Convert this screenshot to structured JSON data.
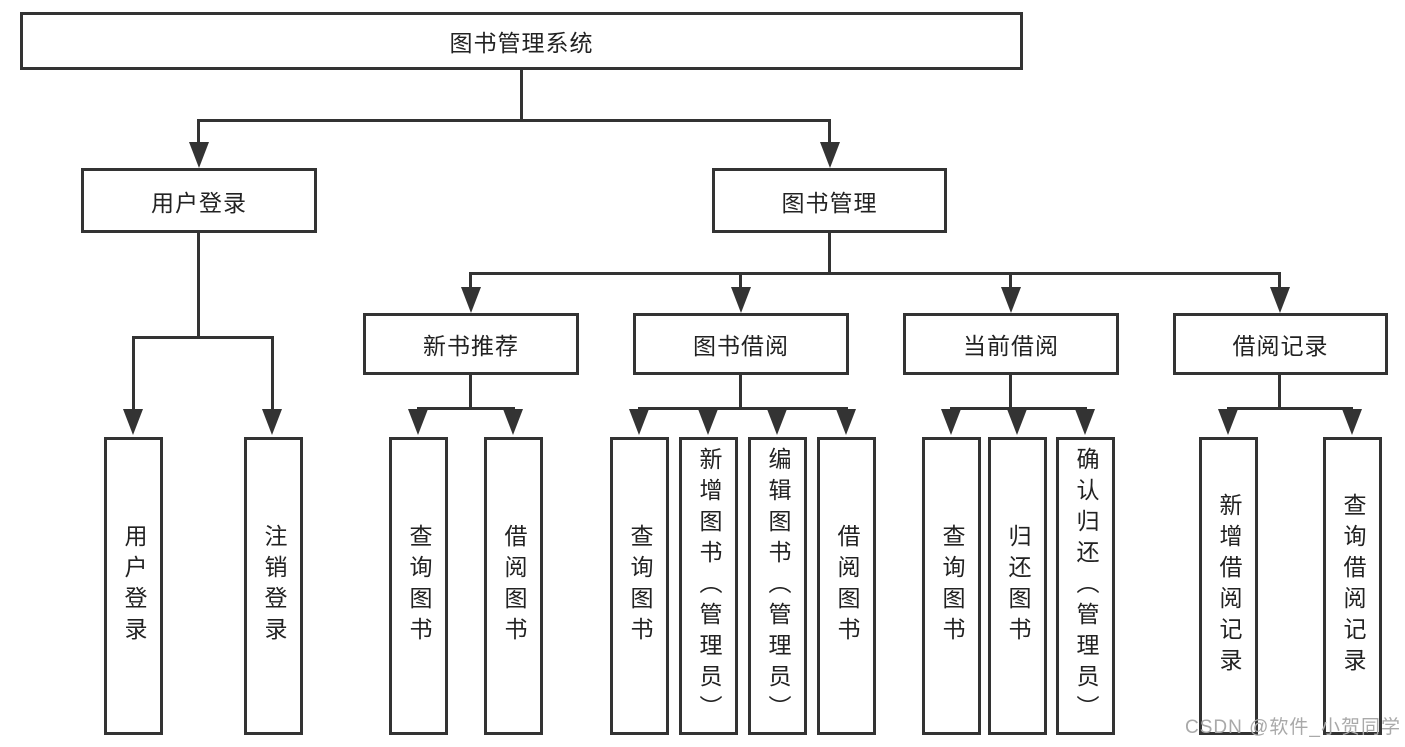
{
  "tree": {
    "root": {
      "label": "图书管理系统",
      "children": [
        {
          "label": "用户登录",
          "children": [
            {
              "label": "用户登录"
            },
            {
              "label": "注销登录"
            }
          ]
        },
        {
          "label": "图书管理",
          "children": [
            {
              "label": "新书推荐",
              "children": [
                {
                  "label": "查询图书"
                },
                {
                  "label": "借阅图书"
                }
              ]
            },
            {
              "label": "图书借阅",
              "children": [
                {
                  "label": "查询图书"
                },
                {
                  "label": "新增图书（管理员）"
                },
                {
                  "label": "编辑图书（管理员）"
                },
                {
                  "label": "借阅图书"
                }
              ]
            },
            {
              "label": "当前借阅",
              "children": [
                {
                  "label": "查询图书"
                },
                {
                  "label": "归还图书"
                },
                {
                  "label": "确认归还（管理员）"
                }
              ]
            },
            {
              "label": "借阅记录",
              "children": [
                {
                  "label": "新增借阅记录"
                },
                {
                  "label": "查询借阅记录"
                }
              ]
            }
          ]
        }
      ]
    }
  },
  "watermark": {
    "text": "CSDN @软件_小贺同学"
  },
  "colors": {
    "line": "#333333",
    "text": "#222222",
    "watermark": "#a9a9a9",
    "background": "#ffffff"
  }
}
